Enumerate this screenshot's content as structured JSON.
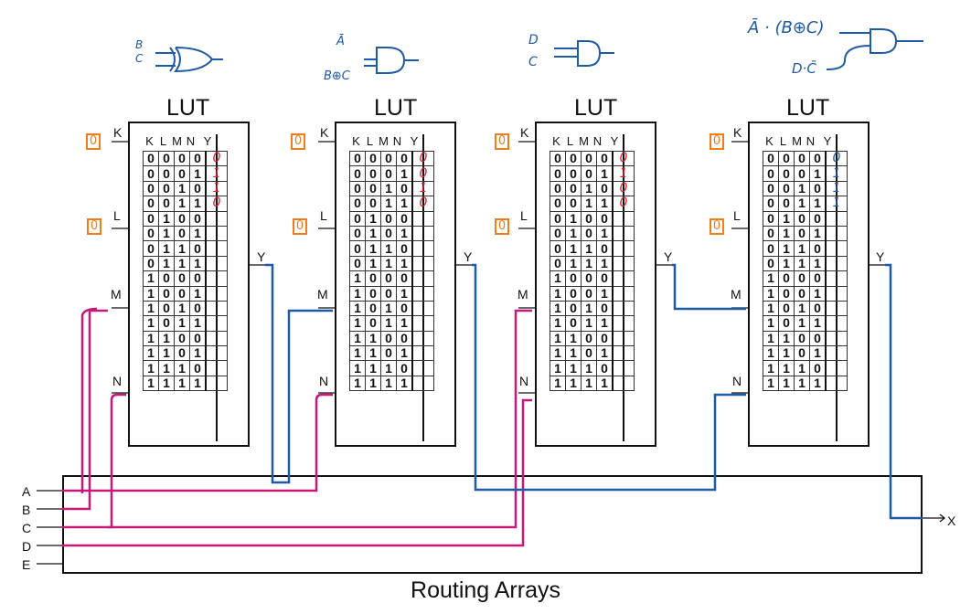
{
  "luts": [
    {
      "title": "LUT",
      "pins": {
        "k": "K",
        "l": "L",
        "m": "M",
        "n": "N"
      },
      "out_label": "Y",
      "headers": [
        "K",
        "L",
        "M",
        "N",
        "Y"
      ],
      "inputs_fixed": [
        "0",
        "0"
      ],
      "y_values": [
        "0",
        "1",
        "1",
        "0",
        "",
        "",
        "",
        "",
        "",
        "",
        "",
        "",
        "",
        "",
        "",
        ""
      ],
      "y_color": "#e0202a",
      "gate_note": [
        "B",
        "C"
      ]
    },
    {
      "title": "LUT",
      "pins": {
        "k": "K",
        "l": "L",
        "m": "M",
        "n": "N"
      },
      "out_label": "Y",
      "headers": [
        "K",
        "L",
        "M",
        "N",
        "Y"
      ],
      "inputs_fixed": [
        "0",
        "0"
      ],
      "y_values": [
        "0",
        "0",
        "1",
        "0",
        "",
        "",
        "",
        "",
        "",
        "",
        "",
        "",
        "",
        "",
        "",
        ""
      ],
      "y_color": "#e0202a",
      "gate_note": [
        "Ā",
        "B⊕C"
      ]
    },
    {
      "title": "LUT",
      "pins": {
        "k": "K",
        "l": "L",
        "m": "M",
        "n": "N"
      },
      "out_label": "Y",
      "headers": [
        "K",
        "L",
        "M",
        "N",
        "Y"
      ],
      "inputs_fixed": [
        "0",
        "0"
      ],
      "y_values": [
        "0",
        "1",
        "0",
        "0",
        "",
        "",
        "",
        "",
        "",
        "",
        "",
        "",
        "",
        "",
        "",
        ""
      ],
      "y_color": "#e0202a",
      "gate_note": [
        "D",
        "C"
      ]
    },
    {
      "title": "LUT",
      "pins": {
        "k": "K",
        "l": "L",
        "m": "M",
        "n": "N"
      },
      "out_label": "Y",
      "headers": [
        "K",
        "L",
        "M",
        "N",
        "Y"
      ],
      "inputs_fixed": [
        "0",
        "0"
      ],
      "y_values": [
        "0",
        "1",
        "1",
        "1",
        "",
        "",
        "",
        "",
        "",
        "",
        "",
        "",
        "",
        "",
        "",
        ""
      ],
      "y_color": "#1f5aa6",
      "gate_note": [
        "Ā · (B⊕C)",
        "D·C̄"
      ]
    }
  ],
  "truth_rows": [
    "0000",
    "0001",
    "0010",
    "0011",
    "0100",
    "0101",
    "0110",
    "0111",
    "1000",
    "1001",
    "1010",
    "1011",
    "1100",
    "1101",
    "1110",
    "1111"
  ],
  "routing": {
    "label": "Routing Arrays",
    "inputs": [
      "A",
      "B",
      "C",
      "D",
      "E"
    ],
    "output": "X"
  },
  "colors": {
    "magenta_wire": "#c8187a",
    "blue_wire": "#1f5aa6",
    "orange_box": "#f07c1c",
    "red_ink": "#e0202a"
  }
}
